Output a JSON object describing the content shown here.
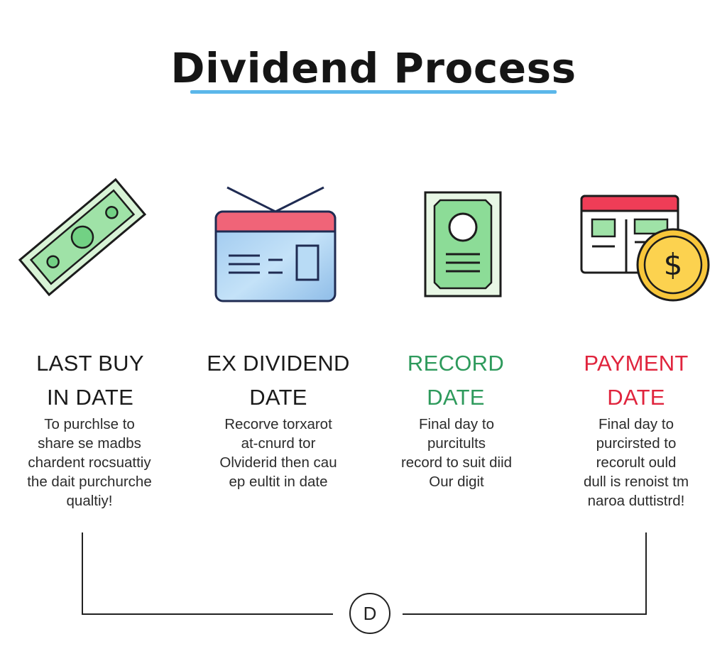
{
  "title": "Dividend Process",
  "colors": {
    "underline": "#5bb7ea",
    "stage_black": "#1a1a1a",
    "stage_green": "#2e9a5c",
    "stage_red": "#e0243d"
  },
  "stages": [
    {
      "icon": "banknote-icon",
      "title_lines": [
        "LAST BUY",
        "IN DATE"
      ],
      "desc_lines": [
        "To purchlse to",
        "share se madbs",
        "chardent rocsuattiy",
        "the dait purchurche",
        "qualtiy!"
      ]
    },
    {
      "icon": "tv-icon",
      "title_lines": [
        "EX DIVIDEND",
        "DATE"
      ],
      "desc_lines": [
        "Recorve torxarot",
        "at-cnurd tor",
        "Olviderid then cau",
        "ep eultit in date"
      ]
    },
    {
      "icon": "certificate-icon",
      "title_lines": [
        "RECORD",
        "DATE"
      ],
      "desc_lines": [
        "Final day to",
        "purcitults",
        "record to suit diid",
        "Our digit"
      ]
    },
    {
      "icon": "calendar-coin-icon",
      "title_lines": [
        "PAYMENT",
        "DATE"
      ],
      "desc_lines": [
        "Final day to",
        "purcirsted to",
        "recorult ould",
        "dull is renoist tm",
        "naroa duttistrd!"
      ]
    }
  ],
  "connector": {
    "circle_label": "D"
  }
}
